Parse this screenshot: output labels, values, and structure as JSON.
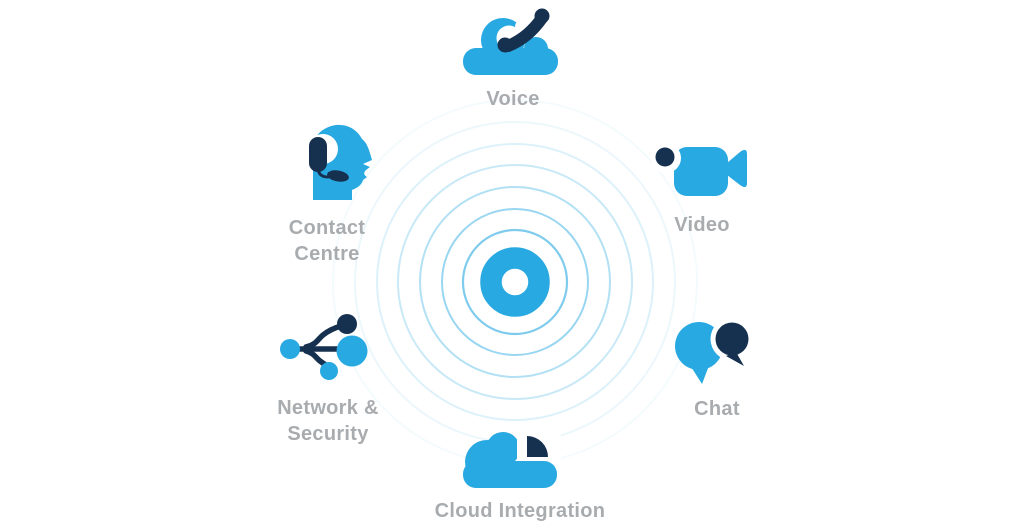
{
  "theme": {
    "light_blue": "#29A9E1",
    "navy": "#16304F",
    "label_gray": "#A9ACAF",
    "background": "#FFFFFF"
  },
  "center": {
    "description": "concentric ripple target graphic",
    "core": {
      "mid_radius": 24,
      "ring_thickness": 21.5,
      "inner_hole_radius": 13,
      "outer_radius": 35
    },
    "rings": [
      {
        "radius": 52,
        "opacity": 0.6,
        "stroke_width": 2.2
      },
      {
        "radius": 73,
        "opacity": 0.48,
        "stroke_width": 2
      },
      {
        "radius": 95,
        "opacity": 0.36,
        "stroke_width": 2
      },
      {
        "radius": 117,
        "opacity": 0.25,
        "stroke_width": 2
      },
      {
        "radius": 138,
        "opacity": 0.16,
        "stroke_width": 2
      },
      {
        "radius": 160,
        "opacity": 0.09,
        "stroke_width": 2
      },
      {
        "radius": 182,
        "opacity": 0.05,
        "stroke_width": 2
      }
    ]
  },
  "items": [
    {
      "id": "voice",
      "label": "Voice",
      "lines": [
        "Voice"
      ],
      "icon": "cloud-phone-icon"
    },
    {
      "id": "video",
      "label": "Video",
      "lines": [
        "Video"
      ],
      "icon": "video-camera-icon"
    },
    {
      "id": "chat",
      "label": "Chat",
      "lines": [
        "Chat"
      ],
      "icon": "chat-bubbles-icon"
    },
    {
      "id": "cloud-integration",
      "label": "Cloud Integration",
      "lines": [
        "Cloud Integration"
      ],
      "icon": "cloud-quarter-icon"
    },
    {
      "id": "network-security",
      "label": "Network & Security",
      "lines": [
        "Network &",
        "Security"
      ],
      "icon": "network-nodes-icon"
    },
    {
      "id": "contact-centre",
      "label": "Contact Centre",
      "lines": [
        "Contact",
        "Centre"
      ],
      "icon": "headset-person-icon"
    }
  ]
}
